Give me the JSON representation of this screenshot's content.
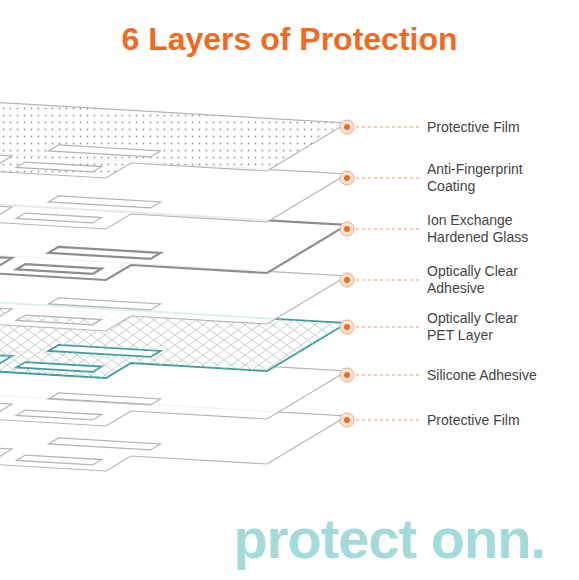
{
  "diagram": {
    "title": "6 Layers of Protection",
    "labels": [
      "Protective Film",
      "Anti-Fingerprint Coating",
      "Ion Exchange Hardened Glass",
      "Optically Clear Adhesive",
      "Optically Clear PET Layer",
      "Silicone Adhesive",
      "Protective Film",
      "protect onn."
    ]
  }
}
